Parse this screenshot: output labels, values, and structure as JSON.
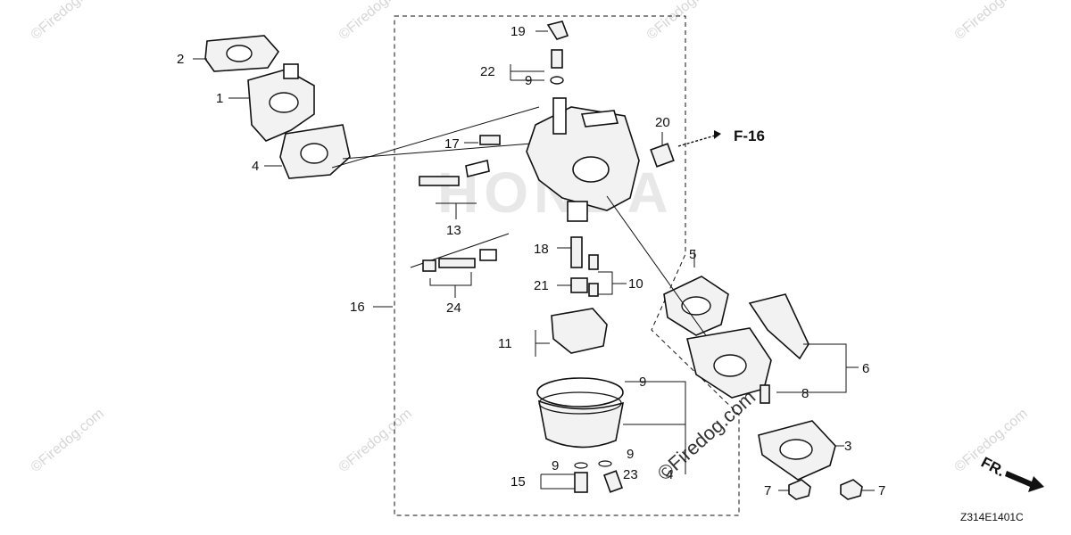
{
  "diagram": {
    "callouts": {
      "c1": "1",
      "c2": "2",
      "c3": "3",
      "c4a": "4",
      "c4b": "4",
      "c5": "5",
      "c6": "6",
      "c7a": "7",
      "c7b": "7",
      "c8": "8",
      "c9a": "9",
      "c9b": "9",
      "c9c": "9",
      "c9d": "9",
      "c10": "10",
      "c11": "11",
      "c13": "13",
      "c15": "15",
      "c16": "16",
      "c17": "17",
      "c18": "18",
      "c19": "19",
      "c20": "20",
      "c21": "21",
      "c22": "22",
      "c23": "23",
      "c24": "24"
    },
    "reference": "F-16",
    "direction_label": "FR.",
    "drawing_code": "Z314E1401C",
    "brand_watermark": "HONDA",
    "site_watermark": "©Firedog.com",
    "site_watermark_small": "©Firedog.com"
  }
}
